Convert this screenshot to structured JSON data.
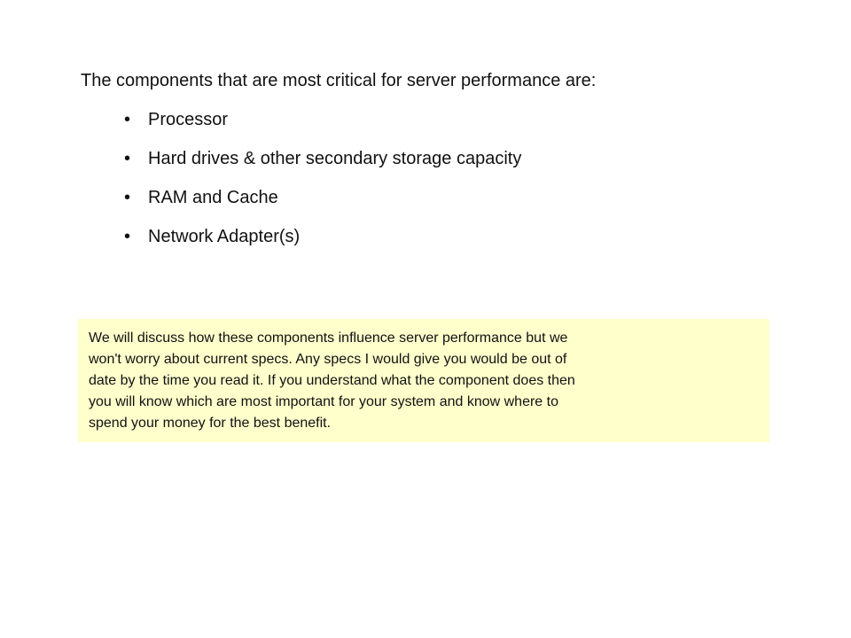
{
  "slide": {
    "heading": "The components that are most critical for server performance are:",
    "bullet_symbol": "•",
    "bullets": [
      {
        "label": "Processor"
      },
      {
        "label": "Hard drives & other secondary storage capacity"
      },
      {
        "label": "RAM and Cache"
      },
      {
        "label": "Network Adapter(s)"
      }
    ],
    "note": {
      "text": "We will discuss how these components influence server performance but we\nwon't worry about current specs. Any specs I would give you would be out of\ndate by the time you read it.  If you understand what the component does then\nyou will know which are most important for your system and know where to\nspend your money for the best benefit.",
      "background_color": "#ffffcc"
    }
  }
}
